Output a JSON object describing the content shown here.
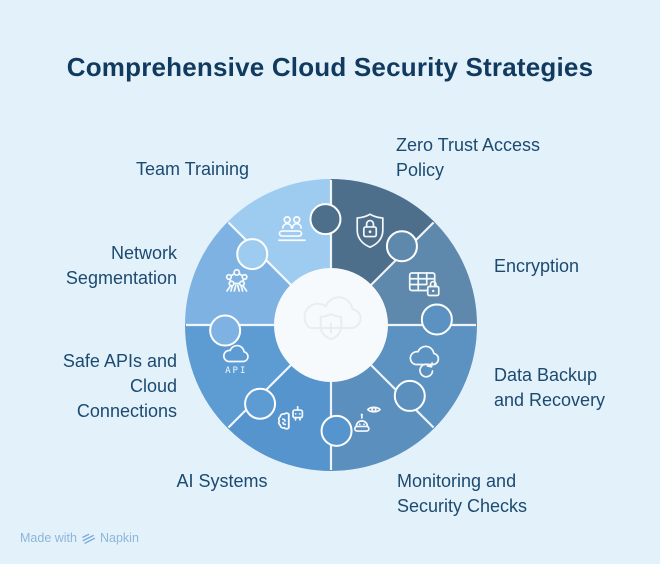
{
  "title": "Comprehensive Cloud Security Strategies",
  "colors": {
    "background": "#e3f1fb",
    "title_text": "#113a5f",
    "label_text": "#1c4a70",
    "center_circle": "#f7fafc",
    "seam": "#ffffff",
    "footer_text": "#8cb6da",
    "logo": "#74a8d6"
  },
  "chart_data": {
    "type": "puzzle-donut",
    "title": "Comprehensive Cloud Security Strategies",
    "segments": [
      {
        "label": "Zero Trust Access Policy",
        "icon": "shield-lock-icon",
        "color": "#4d6f8c",
        "start_angle": 0,
        "end_angle": 45
      },
      {
        "label": "Encryption",
        "icon": "encrypted-table-icon",
        "color": "#5f89ac",
        "start_angle": 45,
        "end_angle": 90
      },
      {
        "label": "Data Backup and Recovery",
        "icon": "cloud-sync-icon",
        "color": "#5b92c1",
        "start_angle": 90,
        "end_angle": 135
      },
      {
        "label": "Monitoring and Security Checks",
        "icon": "eye-monitor-bot-icon",
        "color": "#5a8fbe",
        "start_angle": 135,
        "end_angle": 180
      },
      {
        "label": "AI Systems",
        "icon": "brain-bot-icon",
        "color": "#5694cd",
        "start_angle": 180,
        "end_angle": 225
      },
      {
        "label": "Safe APIs and Cloud Connections",
        "icon": "cloud-api-icon",
        "color": "#5d9bd3",
        "start_angle": 225,
        "end_angle": 270,
        "icon_text": "API"
      },
      {
        "label": "Network Segmentation",
        "icon": "network-nodes-icon",
        "color": "#7db2e2",
        "start_angle": 270,
        "end_angle": 315
      },
      {
        "label": "Team Training",
        "icon": "team-people-icon",
        "color": "#9ecbf0",
        "start_angle": 315,
        "end_angle": 360
      }
    ]
  },
  "footer": {
    "made_with": "Made with",
    "brand": "Napkin"
  }
}
